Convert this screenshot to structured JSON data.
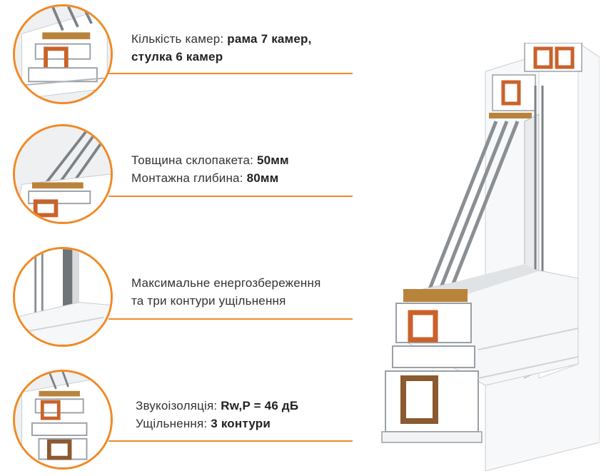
{
  "features": [
    {
      "line1_label": "Кількість камер: ",
      "line1_value": "рама 7 камер,",
      "line2_label": "",
      "line2_value": "стулка 6 камер"
    },
    {
      "line1_label": "Товщина склопакета: ",
      "line1_value": "50мм",
      "line2_label": "Монтажна глибина: ",
      "line2_value": "80мм"
    },
    {
      "line1_label": "Максимальне енергозбереження",
      "line1_value": "",
      "line2_label": "та три контури ущільнення",
      "line2_value": ""
    },
    {
      "line1_label": "Звукоізоляція: ",
      "line1_value": "Rw,P = 46 дБ",
      "line2_label": "Ущільнення: ",
      "line2_value": "3 контури"
    }
  ],
  "colors": {
    "accent": "#f08a24",
    "reinforcement": "#c9622a",
    "glass": "#8a8f94",
    "profile": "#f2f3f4"
  },
  "icons": {
    "detail_1": "chamber-section-icon",
    "detail_2": "glass-unit-icon",
    "detail_3": "seal-contour-icon",
    "detail_4": "sound-insulation-section-icon",
    "main": "window-profile-cutaway-image"
  }
}
